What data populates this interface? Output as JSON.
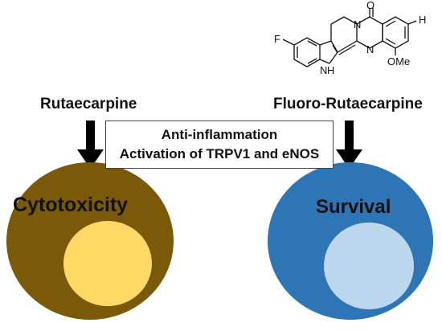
{
  "labels": {
    "left_compound": "Rutaecarpine",
    "right_compound": "Fluoro-Rutaecarpine"
  },
  "center_box": {
    "line1": "Anti-inflammation",
    "line2": "Activation of TRPV1 and eNOS"
  },
  "outcomes": {
    "left": "Cytotoxicity",
    "right": "Survival"
  },
  "structure": {
    "atom_f": "F",
    "atom_o": "O",
    "atom_h": "H",
    "atom_n1": "N",
    "atom_n2": "N",
    "atom_nh": "N",
    "atom_nh_h": "H",
    "group_ome": "OMe"
  },
  "colors": {
    "left_outer": "#7a5a08",
    "left_inner": "#ffd966",
    "right_outer": "#2e75b6",
    "right_inner": "#bdd7ee",
    "arrow": "#000000"
  }
}
